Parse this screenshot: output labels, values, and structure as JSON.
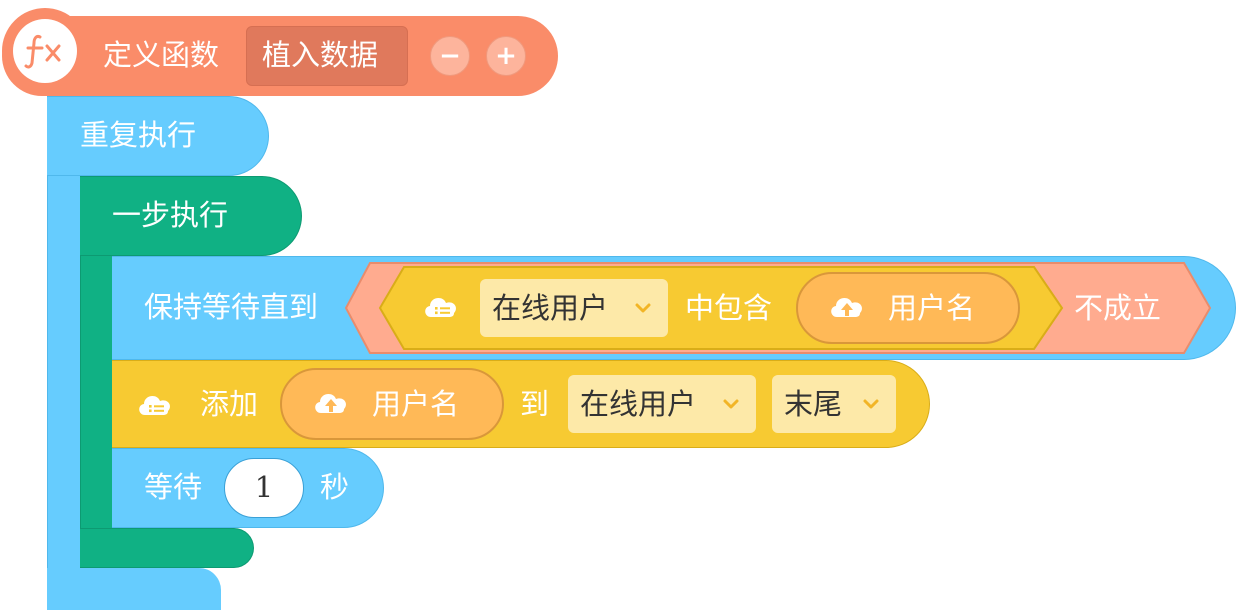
{
  "define_block": {
    "icon": "function-fx-icon",
    "label": "定义函数",
    "function_name": "植入数据",
    "remove_param": "−",
    "add_param": "+"
  },
  "repeat_block": {
    "label": "重复执行"
  },
  "step_block": {
    "label": "一步执行"
  },
  "wait_until_block": {
    "label": "保持等待直到",
    "condition": {
      "icon": "cloud-list-icon",
      "list_name": "在线用户",
      "contains_label": "中包含",
      "reporter_icon": "cloud-variable-icon",
      "reporter_name": "用户名"
    },
    "negation_label": "不成立"
  },
  "list_add_block": {
    "icon": "cloud-list-icon",
    "label": "添加",
    "reporter_icon": "cloud-variable-icon",
    "reporter_name": "用户名",
    "to_label": "到",
    "list_name": "在线用户",
    "position": "末尾"
  },
  "wait_seconds_block": {
    "label": "等待",
    "value": "1",
    "unit": "秒"
  },
  "colors": {
    "function": "#fa8c69",
    "control": "#66ccfe",
    "step": "#10b184",
    "data": "#f7ca32",
    "operator_not": "#ffab8f",
    "reporter": "#ffb957",
    "dropdown": "#fde9a8"
  }
}
